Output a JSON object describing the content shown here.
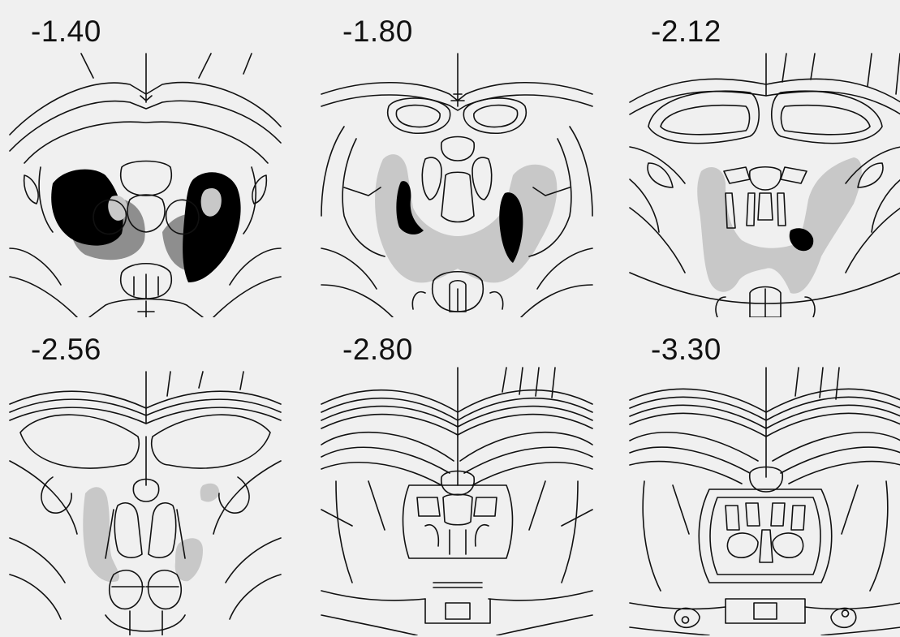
{
  "sections": [
    {
      "id": "s1",
      "label": "-1.40"
    },
    {
      "id": "s2",
      "label": "-1.80"
    },
    {
      "id": "s3",
      "label": "-2.12"
    },
    {
      "id": "s4",
      "label": "-2.56"
    },
    {
      "id": "s5",
      "label": "-2.80"
    },
    {
      "id": "s6",
      "label": "-3.30"
    }
  ],
  "colors": {
    "background": "#f0f0f0",
    "outline": "#111111",
    "lesion_light": "#c8c8c8",
    "lesion_medium": "#8e8e8e",
    "lesion_dark": "#000000"
  }
}
